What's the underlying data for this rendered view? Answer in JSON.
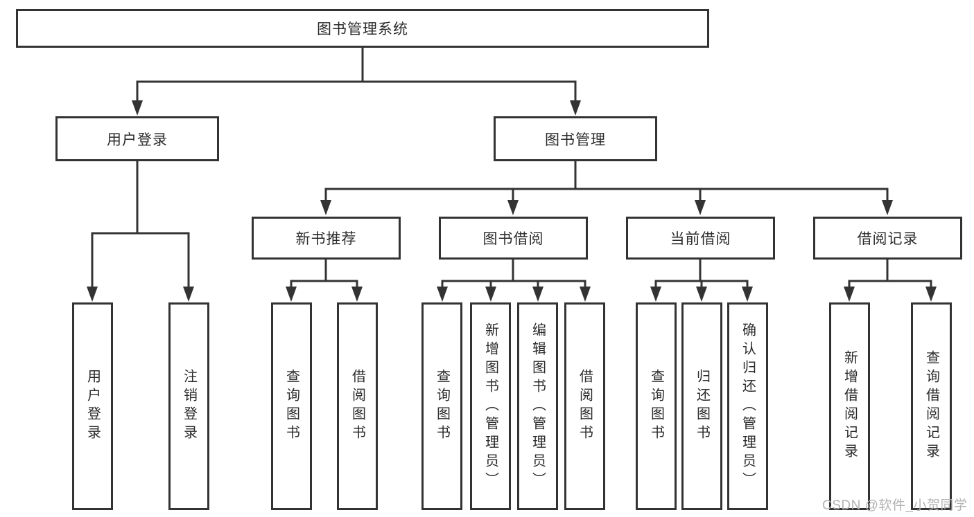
{
  "tree": {
    "label": "图书管理系统",
    "children": [
      {
        "label": "用户登录",
        "children": [
          {
            "label": "用户登录"
          },
          {
            "label": "注销登录"
          }
        ]
      },
      {
        "label": "图书管理",
        "children": [
          {
            "label": "新书推荐",
            "children": [
              {
                "label": "查询图书"
              },
              {
                "label": "借阅图书"
              }
            ]
          },
          {
            "label": "图书借阅",
            "children": [
              {
                "label": "查询图书"
              },
              {
                "label": "新增图书（管理员）"
              },
              {
                "label": "编辑图书（管理员）"
              },
              {
                "label": "借阅图书"
              }
            ]
          },
          {
            "label": "当前借阅",
            "children": [
              {
                "label": "查询图书"
              },
              {
                "label": "归还图书"
              },
              {
                "label": "确认归还（管理员）"
              }
            ]
          },
          {
            "label": "借阅记录",
            "children": [
              {
                "label": "新增借阅记录"
              },
              {
                "label": "查询借阅记录"
              }
            ]
          }
        ]
      }
    ]
  },
  "watermark": {
    "text": "CSDN @软件_小贺同学"
  },
  "colors": {
    "line": "#333333",
    "box_border": "#333333",
    "box_background": "#ffffff",
    "text": "#2b2b2b",
    "watermark": "#b3b3b3",
    "background": "#ffffff"
  }
}
